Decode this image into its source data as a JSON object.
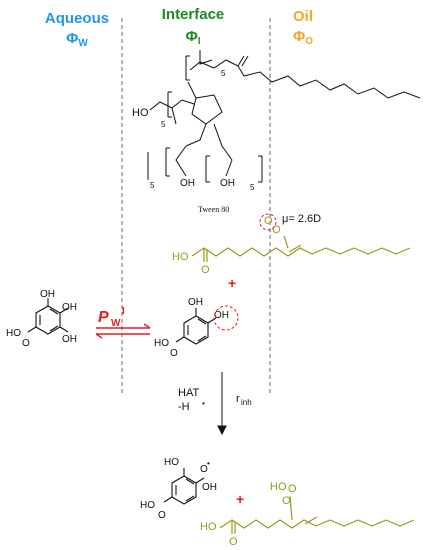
{
  "phases": {
    "aqueous": {
      "title": "Aqueous",
      "symbol": "Φ",
      "sub": "W",
      "color": "#2196e8"
    },
    "interface": {
      "title": "Interface",
      "symbol": "Φ",
      "sub": "I",
      "color": "#1f8a1f"
    },
    "oil": {
      "title": "Oil",
      "symbol": "Φ",
      "sub": "O",
      "color": "#f5a623"
    }
  },
  "molecules": {
    "tween_label": "Tween 80",
    "tween_ho": "HO",
    "tween_sub5": "5",
    "tween_oh": "OH",
    "oil_acid_ho": "HO",
    "oil_acid_o": "O",
    "dipole_label": "μ= 2.6D",
    "gallic_ho": "HO",
    "gallic_oh": "OH",
    "gallic_o": "O",
    "hoo": "HO",
    "hoo_o": "O"
  },
  "annotations": {
    "partition_P": "P",
    "partition_sub": "W",
    "partition_sup": "I",
    "hat": "HAT",
    "minus_h": "-H",
    "dot": "•",
    "r_inh": "r",
    "r_inh_sub": "inh",
    "plus": "+"
  },
  "colors": {
    "olive": "#9a9a1a",
    "red": "#e02020",
    "black": "#111111"
  }
}
